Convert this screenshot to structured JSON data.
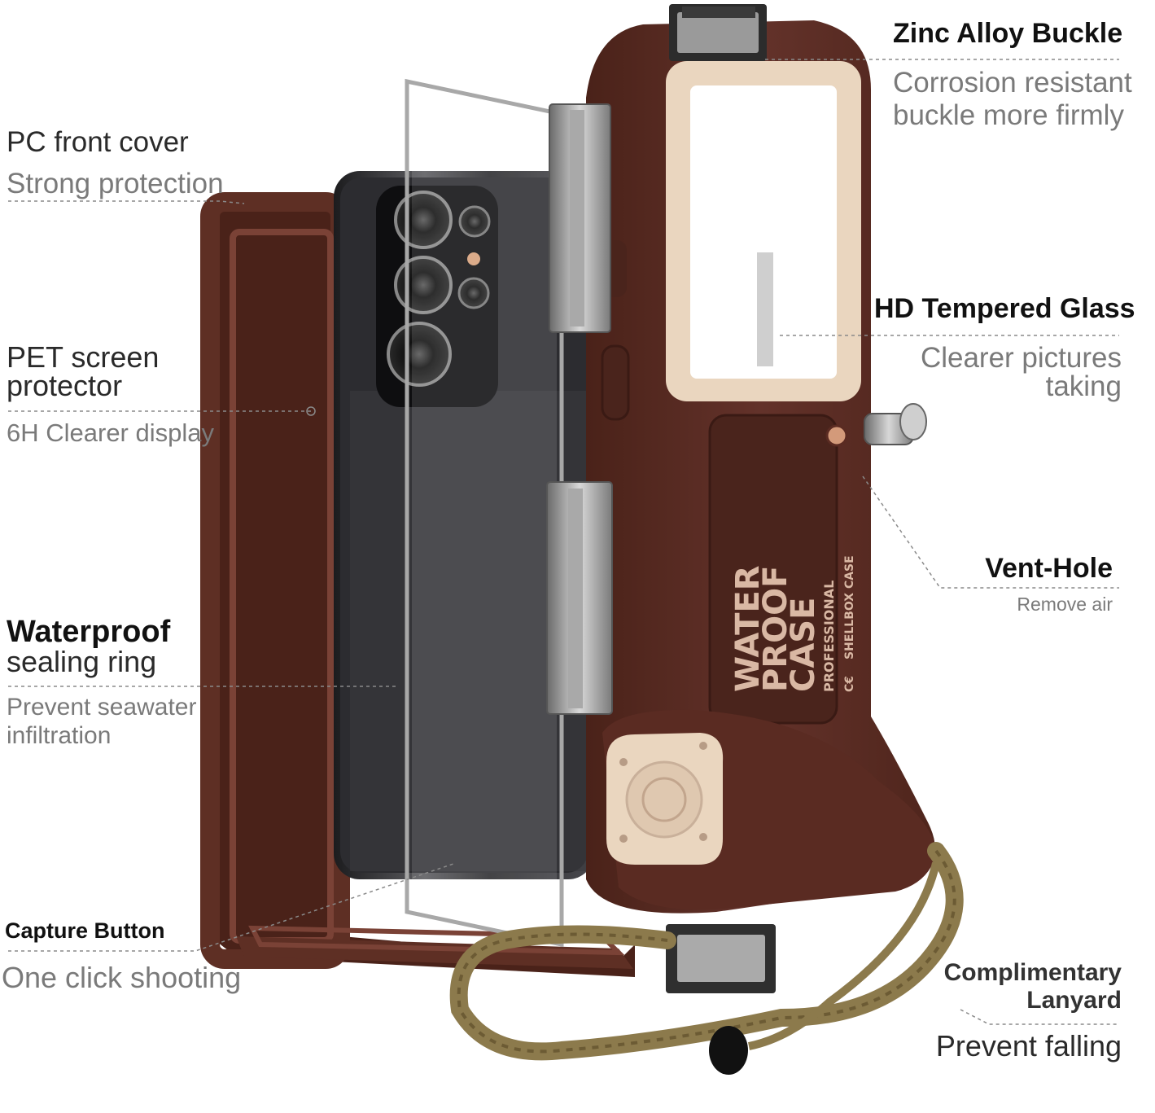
{
  "features": {
    "zinc": {
      "title": "Zinc Alloy Buckle",
      "desc_lines": [
        "Corrosion resistant",
        "buckle more firmly"
      ]
    },
    "pc_cover": {
      "title": "PC front cover",
      "desc": "Strong protection"
    },
    "pet": {
      "title_lines": [
        "PET screen",
        "protector"
      ],
      "desc": "6H Clearer display"
    },
    "glass": {
      "title": "HD Tempered Glass",
      "desc_lines": [
        "Clearer pictures",
        "taking"
      ]
    },
    "vent": {
      "title": "Vent-Hole",
      "desc": "Remove air"
    },
    "sealing": {
      "title_lines": [
        "Waterproof",
        "sealing ring"
      ],
      "desc_lines": [
        "Prevent seawater",
        "infiltration"
      ]
    },
    "capture": {
      "title": "Capture Button",
      "desc": "One click shooting"
    },
    "lanyard": {
      "title_lines": [
        "Complimentary",
        "Lanyard"
      ],
      "desc": "Prevent falling"
    }
  },
  "case_print": {
    "big_lines": [
      "WATER",
      "PROOF",
      "CASE"
    ],
    "small_lines": [
      "PROFESSIONAL",
      "SHELLBOX CASE"
    ],
    "mark": "C€"
  },
  "colors": {
    "case_brown": "#5e2f24",
    "case_dark": "#3f1e16",
    "beige": "#ead6bf",
    "lanyard": "#8c7a4c",
    "leader_line": "#8a8a8a"
  },
  "icons": [
    "camera-icon",
    "capture-button-icon"
  ]
}
